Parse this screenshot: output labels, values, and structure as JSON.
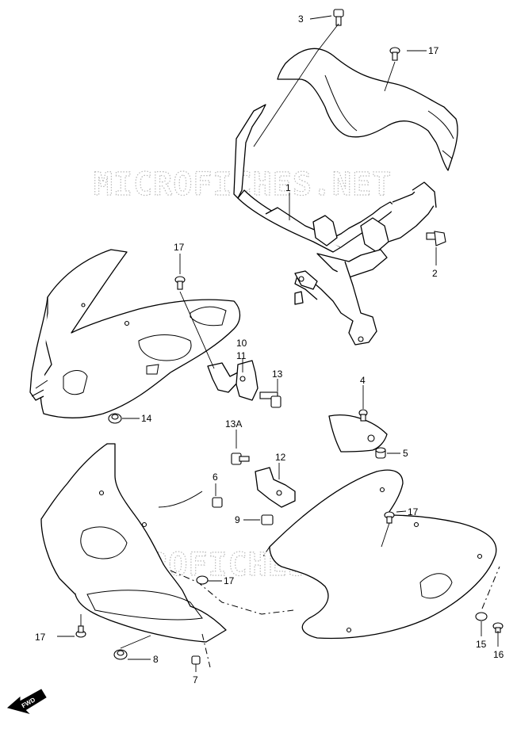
{
  "watermark_text": "MICROFICHES.NET",
  "forward_arrow_label": "FWD",
  "callouts": [
    {
      "id": "c1",
      "label": "1"
    },
    {
      "id": "c2",
      "label": "2"
    },
    {
      "id": "c3",
      "label": "3"
    },
    {
      "id": "c4",
      "label": "4"
    },
    {
      "id": "c5",
      "label": "5"
    },
    {
      "id": "c6",
      "label": "6"
    },
    {
      "id": "c7",
      "label": "7"
    },
    {
      "id": "c8",
      "label": "8"
    },
    {
      "id": "c9",
      "label": "9"
    },
    {
      "id": "c10",
      "label": "10"
    },
    {
      "id": "c11",
      "label": "11"
    },
    {
      "id": "c12",
      "label": "12"
    },
    {
      "id": "c13",
      "label": "13"
    },
    {
      "id": "c13a",
      "label": "13A"
    },
    {
      "id": "c14",
      "label": "14"
    },
    {
      "id": "c15",
      "label": "15"
    },
    {
      "id": "c16",
      "label": "16"
    },
    {
      "id": "c17a",
      "label": "17"
    },
    {
      "id": "c17b",
      "label": "17"
    },
    {
      "id": "c17c",
      "label": "17"
    },
    {
      "id": "c17d",
      "label": "17"
    },
    {
      "id": "c17e",
      "label": "17"
    }
  ]
}
